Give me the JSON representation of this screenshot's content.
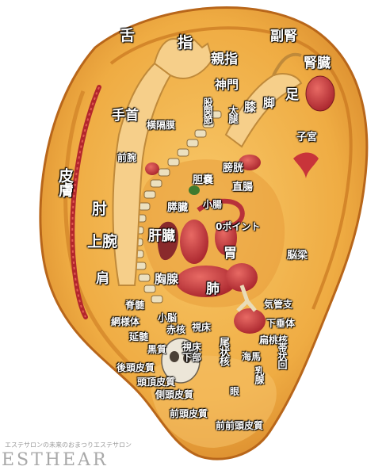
{
  "labels": {
    "tongue": "舌",
    "finger": "指",
    "adrenal": "副腎",
    "thumb": "親指",
    "kidney": "腎臓",
    "shinmon": "神門",
    "foot": "足",
    "hip_joint": "股関節",
    "thigh": "太腿",
    "knee": "膝",
    "leg": "脚",
    "wrist": "手首",
    "diaphragm": "横隔膜",
    "uterus": "子宮",
    "forearm": "前腕",
    "bladder": "膀胱",
    "gallbladder": "胆嚢",
    "rectum": "直腸",
    "skin": "皮膚",
    "elbow": "肘",
    "pancreas": "膵臓",
    "small_intestine": "小腸",
    "zero_point": "0ポイント",
    "upper_arm": "上腕",
    "liver": "肝臓",
    "stomach": "胃",
    "corpus_callosum": "脳梁",
    "shoulder": "肩",
    "thymus": "胸腺",
    "lung": "肺",
    "spinal_cord": "脊髄",
    "bronchi": "気管支",
    "reticular": "網様体",
    "cerebellum": "小脳",
    "red_nucleus": "赤核",
    "thalamus": "視床",
    "pituitary": "下垂体",
    "medulla": "延髄",
    "amygdala": "扁桃核",
    "substantia_nigra": "黒質",
    "hypothalamus": "視床下部",
    "caudate": "尾状核",
    "hippocampus": "海馬",
    "cingulate": "帯状回",
    "occipital_cortex": "後頭皮質",
    "parietal_cortex": "頭頂皮質",
    "mammillary": "乳腺",
    "temporal_cortex": "側頭皮質",
    "eye": "眼",
    "frontal_cortex": "前頭皮質",
    "prefrontal_cortex": "前前頭皮質"
  },
  "watermark": {
    "tagline": "エステサロンの未来のおまつりエステサロン",
    "brand": "ESTHEAR"
  },
  "colors": {
    "ear_skin": "#f2b54a",
    "ear_shadow": "#c9761f",
    "organ_red": "#c8343a",
    "spine": "#e9dcb8",
    "label_text": "#ffffff"
  }
}
